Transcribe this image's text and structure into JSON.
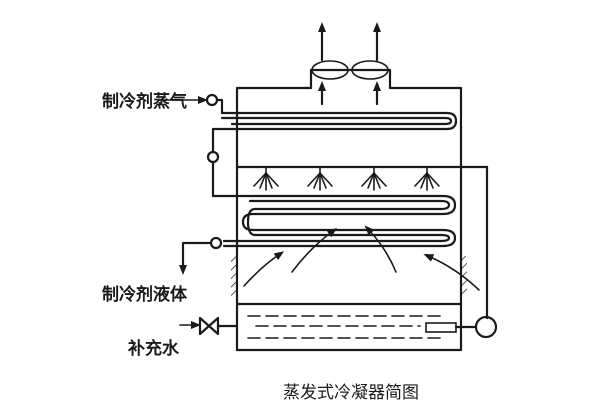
{
  "diagram": {
    "labels": {
      "refrigerant_vapor": "制冷剂蒸气",
      "refrigerant_liquid": "制冷剂液体",
      "makeup_water": "补充水"
    },
    "caption": "蒸发式冷凝器简图"
  }
}
